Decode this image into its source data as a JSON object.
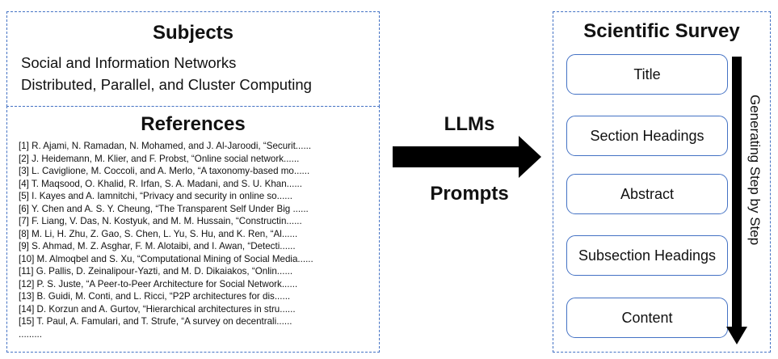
{
  "subjects": {
    "title": "Subjects",
    "items": [
      "Social and Information Networks",
      "Distributed, Parallel, and Cluster Computing"
    ]
  },
  "references": {
    "title": "References",
    "items": [
      "[1] R. Ajami, N. Ramadan, N. Mohamed, and J. Al-Jaroodi,   “Securit......",
      "[2] J. Heidemann, M. Klier, and F. Probst,   “Online social network......",
      "[3] L. Caviglione, M. Coccoli, and A. Merlo,   “A taxonomy-based mo......",
      "[4] T. Maqsood, O. Khalid, R. Irfan, S. A. Madani, and S. U. Khan......",
      "[5] I. Kayes and A. Iamnitchi,   “Privacy and security in online so......",
      "[6] Y. Chen and A. S. Y. Cheung,   “The Transparent Self Under Big ......",
      "[7] F. Liang, V. Das, N. Kostyuk, and M. M. Hussain,   “Constructin......",
      "[8] M. Li, H. Zhu, Z. Gao, S. Chen, L. Yu, S. Hu, and K. Ren,   “Al......",
      "[9] S. Ahmad, M. Z. Asghar, F. M. Alotaibi, and I. Awan,   “Detecti......",
      "[10] M. Almoqbel and S. Xu,   “Computational Mining of Social Media......",
      "[11] G. Pallis, D. Zeinalipour-Yazti, and M. D. Dikaiakos,   “Onlin......",
      "[12] P. S. Juste,   “A Peer-to-Peer Architecture for Social Network......",
      "[13] B. Guidi, M. Conti, and L. Ricci,   “P2P architectures for dis......",
      "[14] D. Korzun and A. Gurtov,   “Hierarchical architectures in stru......",
      "[15] T. Paul, A. Famulari, and T. Strufe,   “A survey on decentrali......",
      "........."
    ]
  },
  "middle": {
    "llms_label": "LLMs",
    "prompts_label": "Prompts"
  },
  "survey": {
    "title": "Scientific Survey",
    "steps": [
      "Title",
      "Section Headings",
      "Abstract",
      "Subsection Headings",
      "Content"
    ],
    "vertical_label": "Generating Step by Step"
  },
  "colors": {
    "border_blue": "#4472c4",
    "arrow_black": "#000000"
  }
}
